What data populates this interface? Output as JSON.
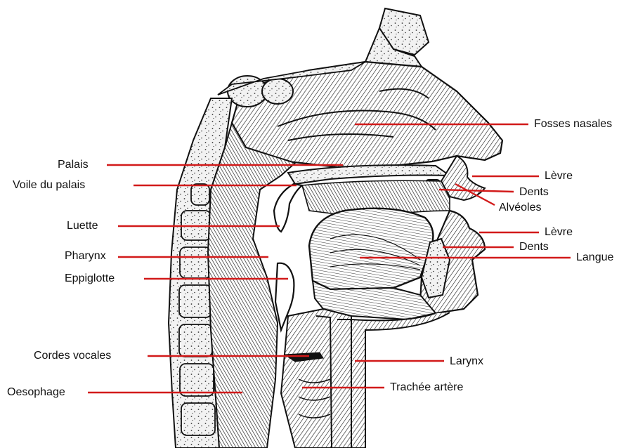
{
  "diagram": {
    "leader_color": "#d21a1a",
    "labels": {
      "fosses_nasales": "Fosses nasales",
      "palais": "Palais",
      "voile_du_palais": "Voile du palais",
      "levre_haut": "Lèvre",
      "dents_haut": "Dents",
      "alveoles": "Alvéoles",
      "luette": "Luette",
      "levre_bas": "Lèvre",
      "dents_bas": "Dents",
      "pharynx": "Pharynx",
      "langue": "Langue",
      "eppiglotte": "Eppiglotte",
      "cordes_vocales": "Cordes vocales",
      "larynx": "Larynx",
      "trachee_artere": "Trachée artère",
      "oesophage": "Oesophage"
    }
  }
}
